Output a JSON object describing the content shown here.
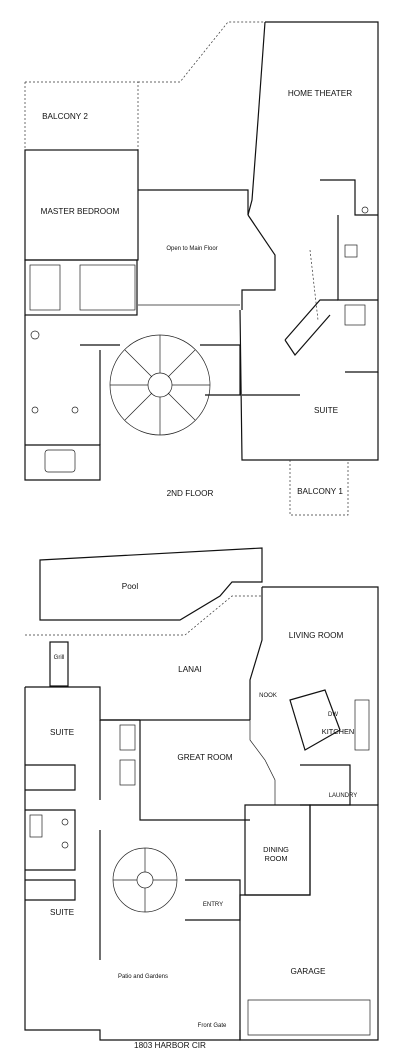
{
  "upper_floor": {
    "title": "2ND FLOOR",
    "rooms": {
      "balcony_2": "BALCONY 2",
      "home_theater": "HOME THEATER",
      "master_bedroom": "MASTER BEDROOM",
      "open_to_main_floor": "Open to Main Floor",
      "suite": "SUITE",
      "balcony_1": "BALCONY 1"
    }
  },
  "main_floor": {
    "rooms": {
      "pool": "Pool",
      "grill": "Grill",
      "lanai": "LANAI",
      "living_room": "LIVING ROOM",
      "nook": "NOOK",
      "dw": "DW",
      "kitchen": "KITCHEN",
      "suite_upper": "SUITE",
      "great_room": "GREAT ROOM",
      "laundry": "LAUNDRY",
      "dining_room": "DINING ROOM",
      "suite_lower": "SUITE",
      "entry": "ENTRY",
      "garage": "GARAGE",
      "patio_and_gardens": "Patio and Gardens",
      "front_gate": "Front Gate"
    }
  },
  "address": "1803 HARBOR CIR"
}
